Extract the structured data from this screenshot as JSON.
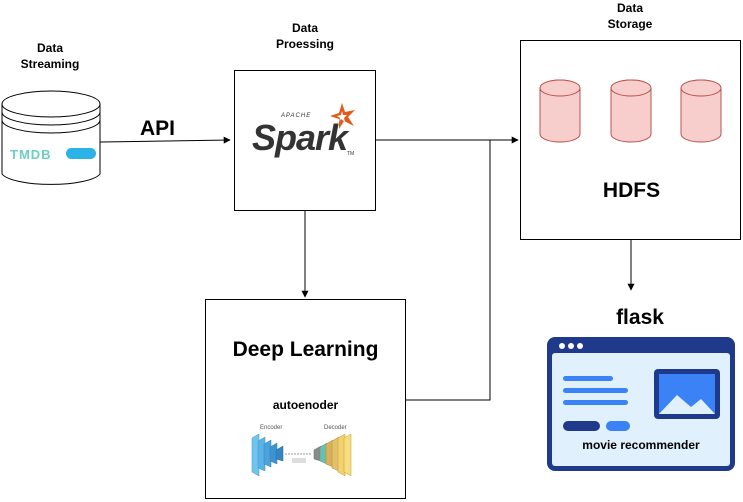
{
  "streaming": {
    "label_line1": "Data",
    "label_line2": "Streaming",
    "logo_text": "TMDB"
  },
  "api_label": "API",
  "processing": {
    "label_line1": "Data",
    "label_line2": "Proessing",
    "logo_small": "APACHE",
    "logo_text": "Spark",
    "logo_tm": "TM"
  },
  "storage": {
    "label_line1": "Data",
    "label_line2": "Storage",
    "title": "HDFS"
  },
  "deep_learning": {
    "title": "Deep Learning",
    "subtitle": "autoenoder",
    "encoder_label": "Encoder",
    "decoder_label": "Decoder"
  },
  "flask": {
    "title": "flask",
    "caption": "movie recommender"
  },
  "colors": {
    "spark_orange": "#e25a1c",
    "tmdb_teal": "#6ccfc1",
    "tmdb_blue": "#2bb3e8",
    "disk_fill": "#f8cecc",
    "disk_stroke": "#b85450",
    "flask_navy": "#1f3a8a",
    "flask_blue": "#3b82f6",
    "flask_bg": "#e0f0fd"
  }
}
